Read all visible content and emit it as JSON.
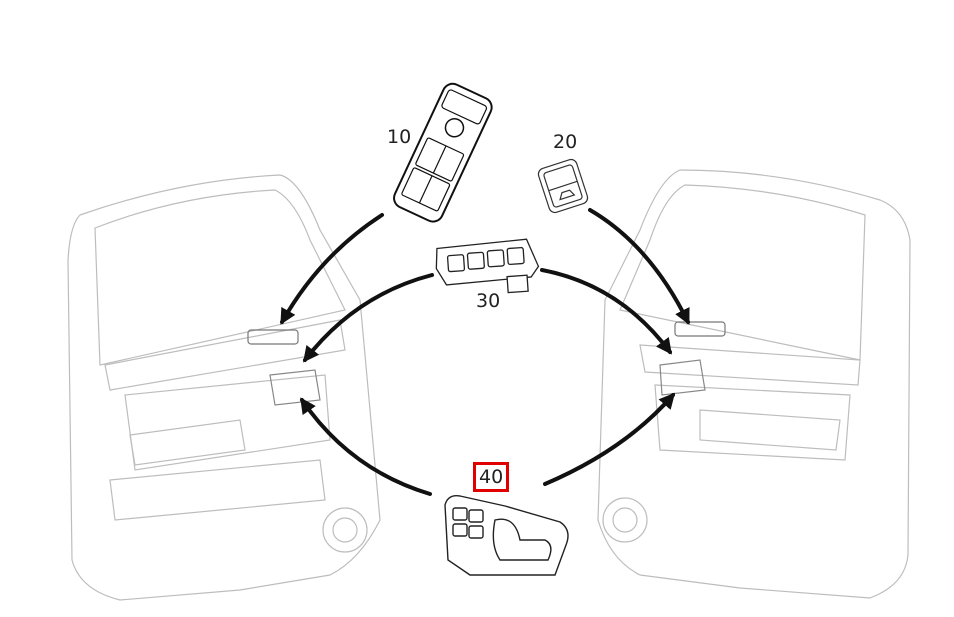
{
  "parts": [
    {
      "id": "10",
      "label": "10",
      "name": "window-switch-panel-driver"
    },
    {
      "id": "20",
      "label": "20",
      "name": "window-switch-single"
    },
    {
      "id": "30",
      "label": "30",
      "name": "seat-memory-switch"
    },
    {
      "id": "40",
      "label": "40",
      "name": "seat-adjustment-switch",
      "highlighted": true
    }
  ],
  "colors": {
    "highlight": "#e00000",
    "arrow": "#111111",
    "door_line": "#bbbbbb"
  }
}
